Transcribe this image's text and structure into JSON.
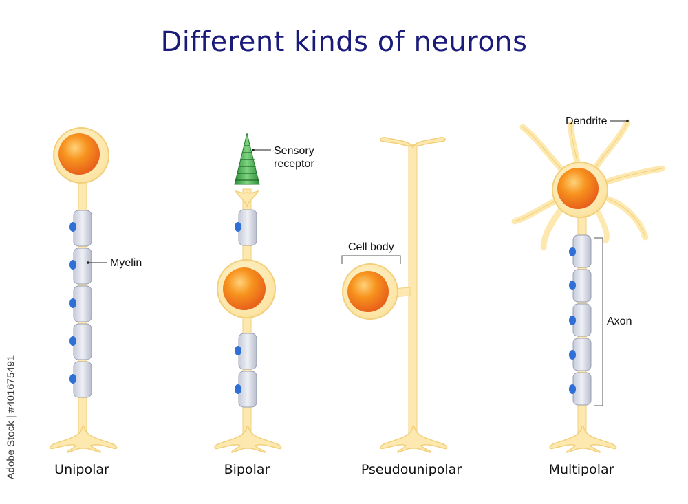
{
  "title": "Different kinds of neurons",
  "neurons": [
    {
      "label": "Unipolar"
    },
    {
      "label": "Bipolar"
    },
    {
      "label": "Pseudounipolar"
    },
    {
      "label": "Multipolar"
    }
  ],
  "annotations": {
    "myelin": "Myelin",
    "sensory_receptor_line1": "Sensory",
    "sensory_receptor_line2": "receptor",
    "cell_body": "Cell body",
    "dendrite": "Dendrite",
    "axon": "Axon"
  },
  "stock_id": "Adobe Stock | #401675491",
  "colors": {
    "title": "#1a1a7a",
    "cytoplasm": "#fde9b0",
    "cytoplasm_stroke": "#f2cf7a",
    "nucleus": "#f7931e",
    "myelin": "#d3d8e6",
    "node": "#2f6fd6",
    "receptor": "#3fae49"
  }
}
